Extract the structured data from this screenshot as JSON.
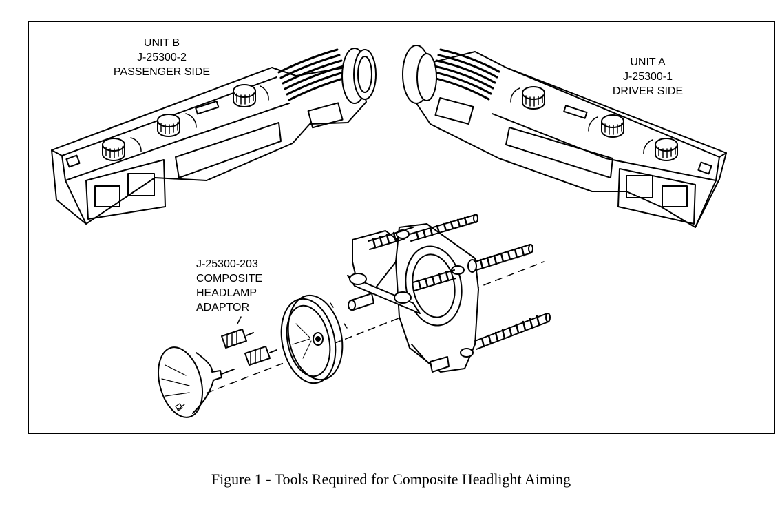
{
  "labels": {
    "unit_b": {
      "line1": "UNIT B",
      "line2": "J-25300-2",
      "line3": "PASSENGER SIDE"
    },
    "unit_a": {
      "line1": "UNIT A",
      "line2": "J-25300-1",
      "line3": "DRIVER SIDE"
    },
    "adaptor": {
      "line1": "J-25300-203",
      "line2": "COMPOSITE",
      "line3": "HEADLAMP",
      "line4": "ADAPTOR"
    }
  },
  "caption": "Figure 1 - Tools Required for Composite Headlight Aiming",
  "colors": {
    "ink": "#000000",
    "paper": "#ffffff"
  }
}
